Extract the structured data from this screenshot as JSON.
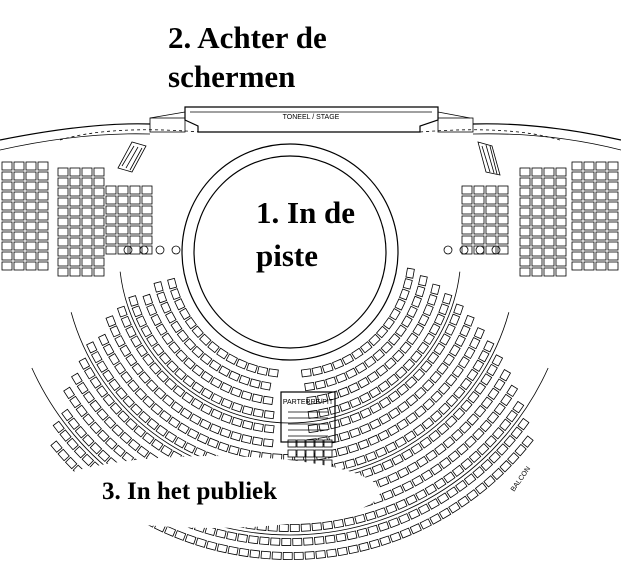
{
  "labels": {
    "backstage_line1": "2. Achter de",
    "backstage_line2": "schermen",
    "ring_line1": "1. In de",
    "ring_line2": "piste",
    "audience": "3. In het publiek"
  },
  "plan_text": {
    "stage": "TONEEL  /  STAGE",
    "pit": "PARTERRE/PIT",
    "balcony": "BALCON"
  },
  "colors": {
    "ink": "#000000",
    "background": "#ffffff"
  }
}
